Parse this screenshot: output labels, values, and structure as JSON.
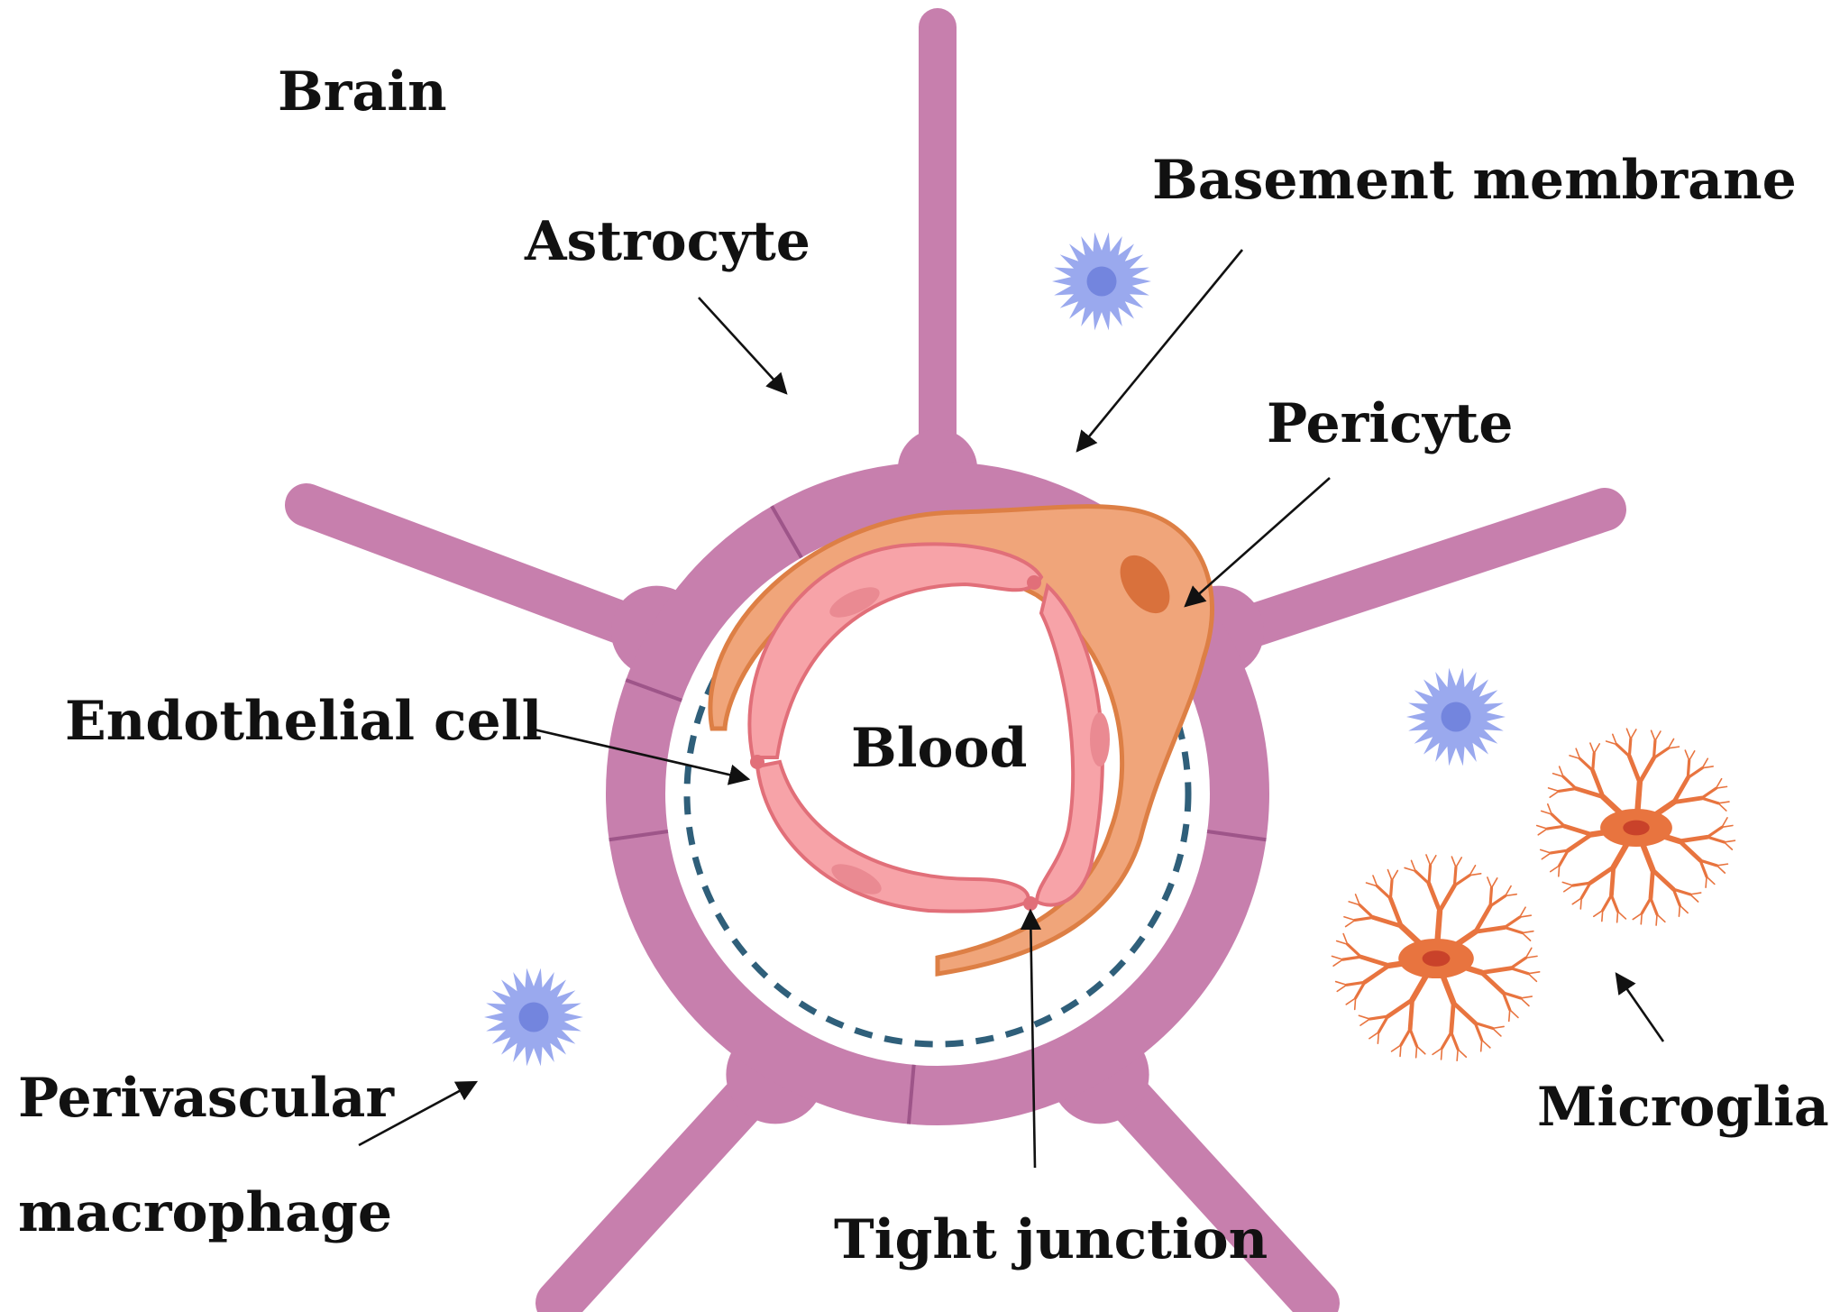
{
  "labels": {
    "brain": "Brain",
    "astrocyte": "Astrocyte",
    "basement_membrane": "Basement membrane",
    "pericyte": "Pericyte",
    "endothelial_cell": "Endothelial cell",
    "blood": "Blood",
    "perivascular_line1": "Perivascular",
    "perivascular_line2": "macrophage",
    "tight_junction": "Tight junction",
    "microglia": "Microglia"
  },
  "colors": {
    "astrocyte": "#c77fad",
    "astrocyte_dark": "#9e5589",
    "basement_membrane": "#2f5f7a",
    "pericyte": "#f0a57a",
    "pericyte_stroke": "#dd7f45",
    "pericyte_nucleus": "#d9713c",
    "endothelial": "#f7a3a8",
    "endothelial_stroke": "#e16f79",
    "endothelial_nucleus": "#ea8a92",
    "macrophage": "#9aa9ee",
    "macrophage_nucleus": "#7385de",
    "microglia": "#e8743f",
    "microglia_nucleus": "#c9422a",
    "arrow": "#111111"
  }
}
